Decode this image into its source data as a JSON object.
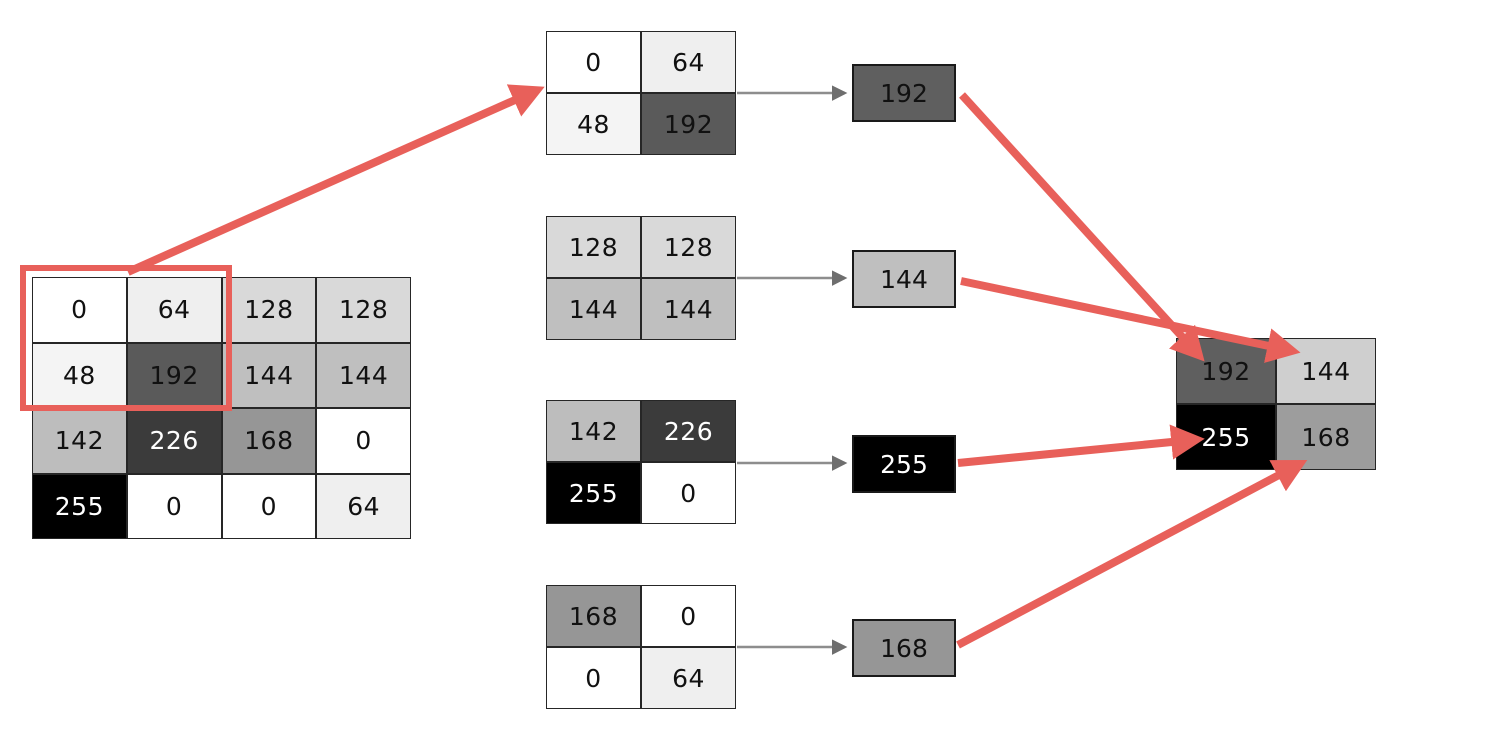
{
  "diagram": {
    "title": "Max pooling 2x2 on a 4x4 grayscale patch",
    "accent_red": "#e8605a",
    "connector_grey": "#808080"
  },
  "input_matrix": {
    "label": "input-4x4-matrix",
    "rows": [
      [
        {
          "value": "0",
          "bg": "#ffffff",
          "light_text": false
        },
        {
          "value": "64",
          "bg": "#efefef",
          "light_text": false
        },
        {
          "value": "128",
          "bg": "#d9d9d9",
          "light_text": false
        },
        {
          "value": "128",
          "bg": "#d9d9d9",
          "light_text": false
        }
      ],
      [
        {
          "value": "48",
          "bg": "#f4f4f4",
          "light_text": false
        },
        {
          "value": "192",
          "bg": "#5a5a5a",
          "light_text": false
        },
        {
          "value": "144",
          "bg": "#bfbfbf",
          "light_text": false
        },
        {
          "value": "144",
          "bg": "#bfbfbf",
          "light_text": false
        }
      ],
      [
        {
          "value": "142",
          "bg": "#bdbdbd",
          "light_text": false
        },
        {
          "value": "226",
          "bg": "#3b3b3b",
          "light_text": true
        },
        {
          "value": "168",
          "bg": "#969696",
          "light_text": false
        },
        {
          "value": "0",
          "bg": "#ffffff",
          "light_text": false
        }
      ],
      [
        {
          "value": "255",
          "bg": "#000000",
          "light_text": true
        },
        {
          "value": "0",
          "bg": "#ffffff",
          "light_text": false
        },
        {
          "value": "0",
          "bg": "#ffffff",
          "light_text": false
        },
        {
          "value": "64",
          "bg": "#efefef",
          "light_text": false
        }
      ]
    ]
  },
  "patches": [
    {
      "name": "patch-top-left",
      "rows": [
        [
          {
            "value": "0",
            "bg": "#ffffff",
            "light_text": false
          },
          {
            "value": "64",
            "bg": "#efefef",
            "light_text": false
          }
        ],
        [
          {
            "value": "48",
            "bg": "#f4f4f4",
            "light_text": false
          },
          {
            "value": "192",
            "bg": "#5a5a5a",
            "light_text": false
          }
        ]
      ]
    },
    {
      "name": "patch-top-right",
      "rows": [
        [
          {
            "value": "128",
            "bg": "#d9d9d9",
            "light_text": false
          },
          {
            "value": "128",
            "bg": "#d9d9d9",
            "light_text": false
          }
        ],
        [
          {
            "value": "144",
            "bg": "#bfbfbf",
            "light_text": false
          },
          {
            "value": "144",
            "bg": "#bfbfbf",
            "light_text": false
          }
        ]
      ]
    },
    {
      "name": "patch-bottom-left",
      "rows": [
        [
          {
            "value": "142",
            "bg": "#bdbdbd",
            "light_text": false
          },
          {
            "value": "226",
            "bg": "#3b3b3b",
            "light_text": true
          }
        ],
        [
          {
            "value": "255",
            "bg": "#000000",
            "light_text": true
          },
          {
            "value": "0",
            "bg": "#ffffff",
            "light_text": false
          }
        ]
      ]
    },
    {
      "name": "patch-bottom-right",
      "rows": [
        [
          {
            "value": "168",
            "bg": "#969696",
            "light_text": false
          },
          {
            "value": "0",
            "bg": "#ffffff",
            "light_text": false
          }
        ],
        [
          {
            "value": "0",
            "bg": "#ffffff",
            "light_text": false
          },
          {
            "value": "64",
            "bg": "#efefef",
            "light_text": false
          }
        ]
      ]
    }
  ],
  "max_values": [
    {
      "name": "max-value-192",
      "value": "192",
      "bg": "#5f5f5f",
      "light_text": false
    },
    {
      "name": "max-value-144",
      "value": "144",
      "bg": "#bfbfbf",
      "light_text": false
    },
    {
      "name": "max-value-255",
      "value": "255",
      "bg": "#000000",
      "light_text": true
    },
    {
      "name": "max-value-168",
      "value": "168",
      "bg": "#969696",
      "light_text": false
    }
  ],
  "output_matrix": {
    "label": "output-2x2-matrix",
    "rows": [
      [
        {
          "value": "192",
          "bg": "#5f5f5f",
          "light_text": false
        },
        {
          "value": "144",
          "bg": "#cfcfcf",
          "light_text": false
        }
      ],
      [
        {
          "value": "255",
          "bg": "#000000",
          "light_text": true
        },
        {
          "value": "168",
          "bg": "#9d9d9d",
          "light_text": false
        }
      ]
    ]
  }
}
